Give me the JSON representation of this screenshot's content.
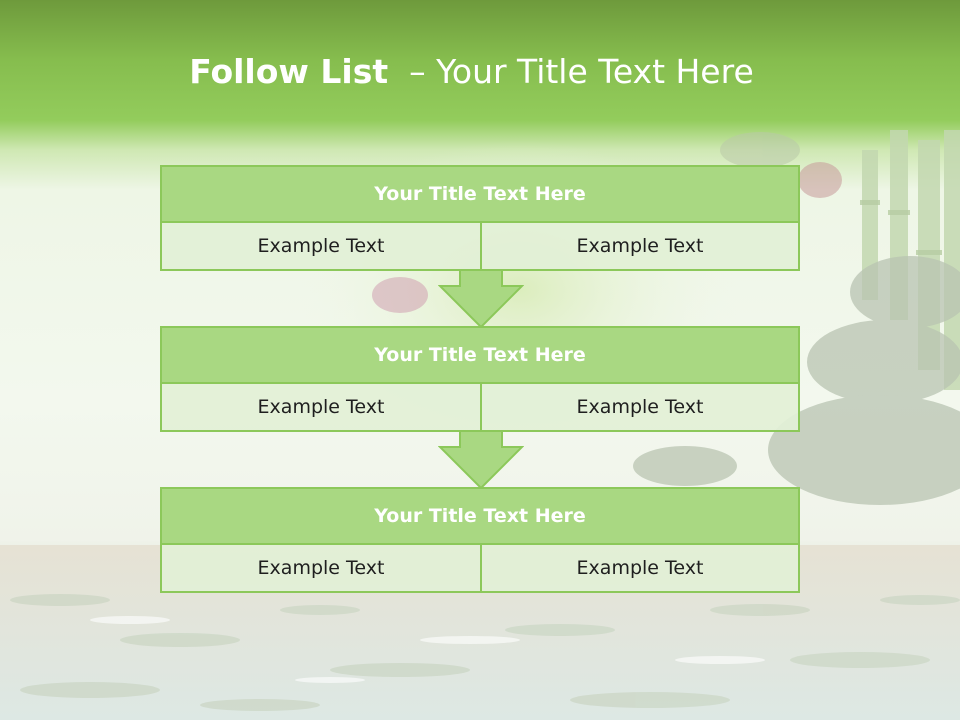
{
  "slide": {
    "title_bold": "Follow List",
    "title_rest": "– Your Title Text Here"
  },
  "flow": [
    {
      "title": "Your Title Text Here",
      "left": "Example Text",
      "right": "Example Text"
    },
    {
      "title": "Your Title Text Here",
      "left": "Example Text",
      "right": "Example Text"
    },
    {
      "title": "Your Title Text Here",
      "left": "Example Text",
      "right": "Example Text"
    }
  ],
  "colors": {
    "header_green": "#86bd4e",
    "box_head": "#a9d882",
    "box_border": "#8cc85a",
    "cell_fill": "#e2f0d6",
    "arrow_fill": "#a9d882"
  },
  "icons": [
    "down-arrow-icon",
    "down-arrow-icon"
  ]
}
